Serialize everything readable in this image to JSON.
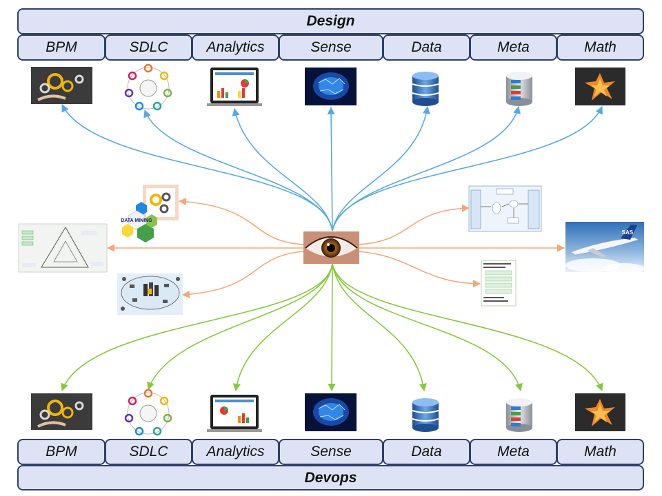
{
  "top": {
    "title": "Design",
    "categories": [
      "BPM",
      "SDLC",
      "Analytics",
      "Sense",
      "Data",
      "Meta",
      "Math"
    ]
  },
  "bottom": {
    "title": "Devops",
    "categories": [
      "BPM",
      "SDLC",
      "Analytics",
      "Sense",
      "Data",
      "Meta",
      "Math"
    ]
  },
  "center": {
    "icon": "eye-icon"
  },
  "side_labels": {
    "data_mining": "DATA MINING",
    "sas": "SAS"
  },
  "colors": {
    "box_fill": "#dde3f4",
    "box_border": "#2f3f6b",
    "design_arrows": "#58a9e3",
    "devops_arrows": "#86c93c",
    "side_arrows": "#f4a877"
  },
  "thumbnails": [
    "bpm-gears-image",
    "sdlc-cycle-image",
    "analytics-laptop-image",
    "brain-circuit-image",
    "database-icon",
    "meta-database-icon",
    "math-fractal-image"
  ],
  "side_images_left": [
    "data-mining-hexagons-image",
    "triangle-diagram-image",
    "cloud-network-image"
  ],
  "side_images_right": [
    "flowchart-diagram-image",
    "airplane-image",
    "code-listing-image"
  ]
}
